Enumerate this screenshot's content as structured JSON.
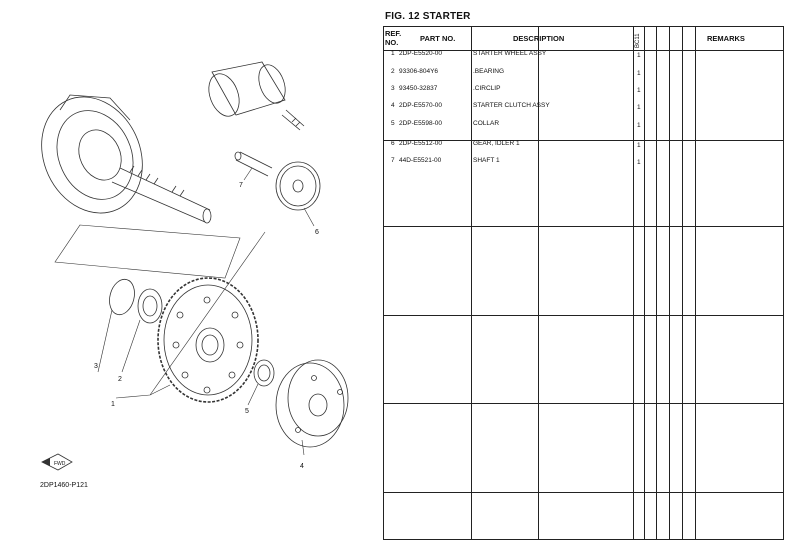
{
  "figure": {
    "title": "FIG. 12  STARTER",
    "code": "2DP1460-P121",
    "fwd_label": "FWD",
    "callouts": [
      "1",
      "2",
      "3",
      "4",
      "5",
      "6",
      "7"
    ]
  },
  "table": {
    "headers": {
      "ref_line1": "REF.",
      "ref_line2": "NO.",
      "part_no": "PART NO.",
      "description": "DESCRIPTION",
      "bc": "BC11",
      "remarks": "REMARKS"
    },
    "rows": [
      {
        "ref": "1",
        "part": "2DP-E5520-00",
        "desc": "STARTER WHEEL ASSY",
        "qty": "1"
      },
      {
        "ref": "2",
        "part": "93306-804Y6",
        "desc": ".BEARING",
        "qty": "1"
      },
      {
        "ref": "3",
        "part": "93450-32837",
        "desc": ".CIRCLIP",
        "qty": "1"
      },
      {
        "ref": "4",
        "part": "2DP-E5570-00",
        "desc": "STARTER CLUTCH ASSY",
        "qty": "1"
      },
      {
        "ref": "5",
        "part": "2DP-E5598-00",
        "desc": "COLLAR",
        "qty": "1"
      },
      {
        "ref": "6",
        "part": "2DP-E5512-00",
        "desc": "GEAR, IDLER 1",
        "qty": "1"
      },
      {
        "ref": "7",
        "part": "44D-E5521-00",
        "desc": "SHAFT 1",
        "qty": "1"
      }
    ]
  }
}
